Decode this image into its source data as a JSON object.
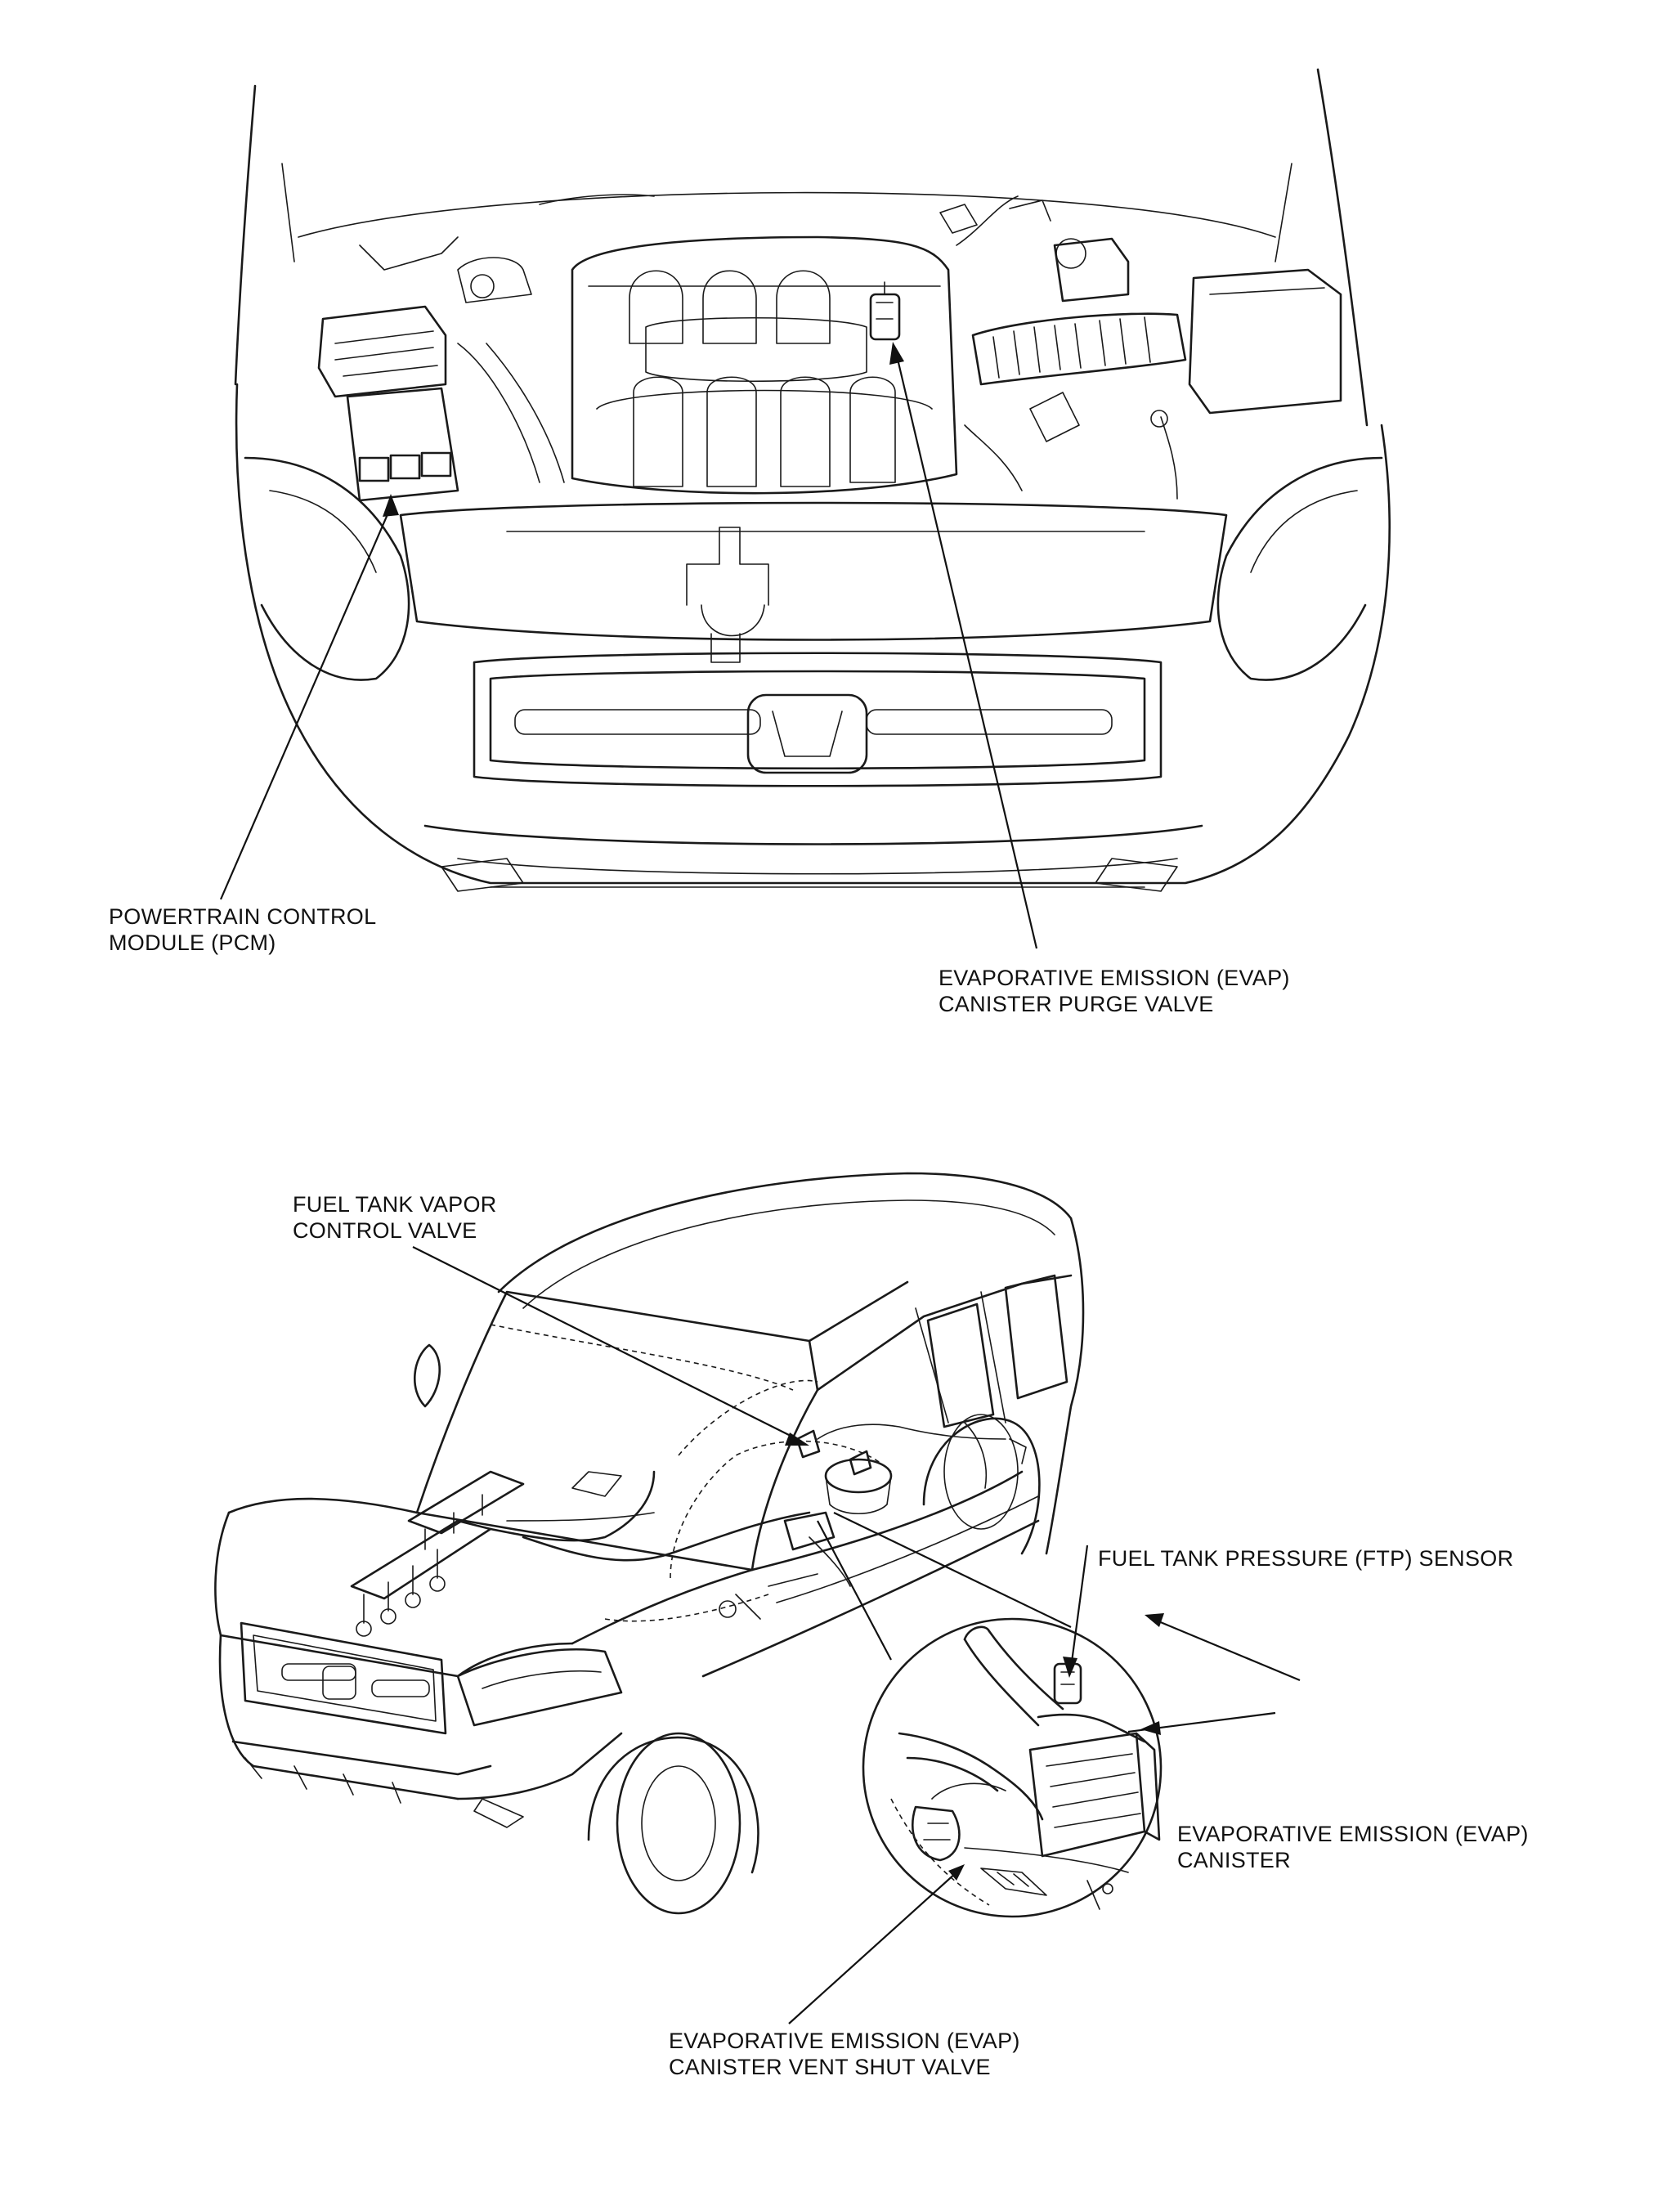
{
  "figure_top": {
    "labels": {
      "pcm_line1": "POWERTRAIN CONTROL",
      "pcm_line2": "MODULE (PCM)",
      "purge_line1": "EVAPORATIVE EMISSION (EVAP)",
      "purge_line2": "CANISTER PURGE VALVE"
    }
  },
  "figure_bottom": {
    "labels": {
      "vapor_line1": "FUEL TANK VAPOR",
      "vapor_line2": "CONTROL VALVE",
      "ftp": "FUEL TANK PRESSURE (FTP) SENSOR",
      "canister_line1": "EVAPORATIVE EMISSION (EVAP)",
      "canister_line2": "CANISTER",
      "vent_line1": "EVAPORATIVE EMISSION (EVAP)",
      "vent_line2": "CANISTER VENT SHUT VALVE"
    }
  },
  "colors": {
    "ink": "#1a1a1a",
    "paper": "#ffffff"
  }
}
